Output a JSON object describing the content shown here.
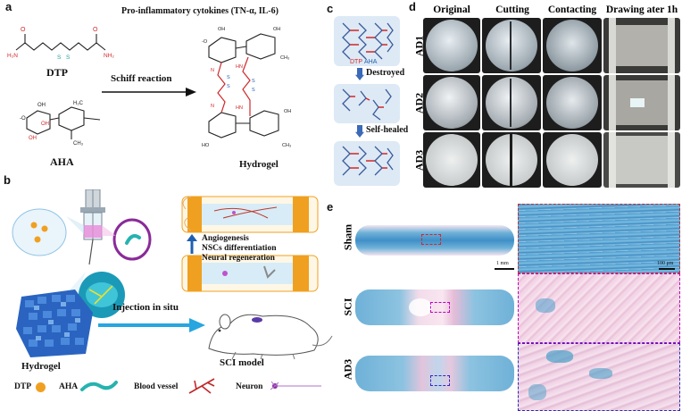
{
  "panel_a": {
    "label": "a",
    "title": "Pro-inflammatory cytokines (TN-α, IL-6)",
    "dtp_name": "DTP",
    "aha_name": "AHA",
    "reaction_label": "Schiff reaction",
    "product_name": "Hydrogel"
  },
  "panel_b": {
    "label": "b",
    "effects": [
      "Angiogenesis",
      "NSCs differentiation",
      "Neural regeneration"
    ],
    "injection_label": "Injection in situ",
    "hydrogel_label": "Hydrogel",
    "model_label": "SCI model",
    "legend": [
      {
        "key": "dtp",
        "label": "DTP"
      },
      {
        "key": "aha",
        "label": "AHA"
      },
      {
        "key": "vessel",
        "label": "Blood vessel"
      },
      {
        "key": "neuron",
        "label": "Neuron"
      }
    ]
  },
  "panel_c": {
    "label": "c",
    "destroyed_label": "Destroyed",
    "healed_label": "Self-healed",
    "dtp_tag": "DTP",
    "aha_tag": "AHA"
  },
  "panel_d": {
    "label": "d",
    "columns": [
      "Original",
      "Cutting",
      "Contacting",
      "Drawing ater 1h"
    ],
    "rows": [
      "AD1",
      "AD2",
      "AD3"
    ]
  },
  "panel_e": {
    "label": "e",
    "rows": [
      "Sham",
      "SCI",
      "AD3"
    ],
    "scale_left": "1 mm",
    "scale_right": "100 μm"
  },
  "colors": {
    "red": "#d0282a",
    "blue": "#1f5fb0",
    "cyan": "#26b3b0",
    "orange": "#f0a020",
    "stain_blue": "#5aa3cf",
    "stain_pink": "#e8b8d6"
  }
}
